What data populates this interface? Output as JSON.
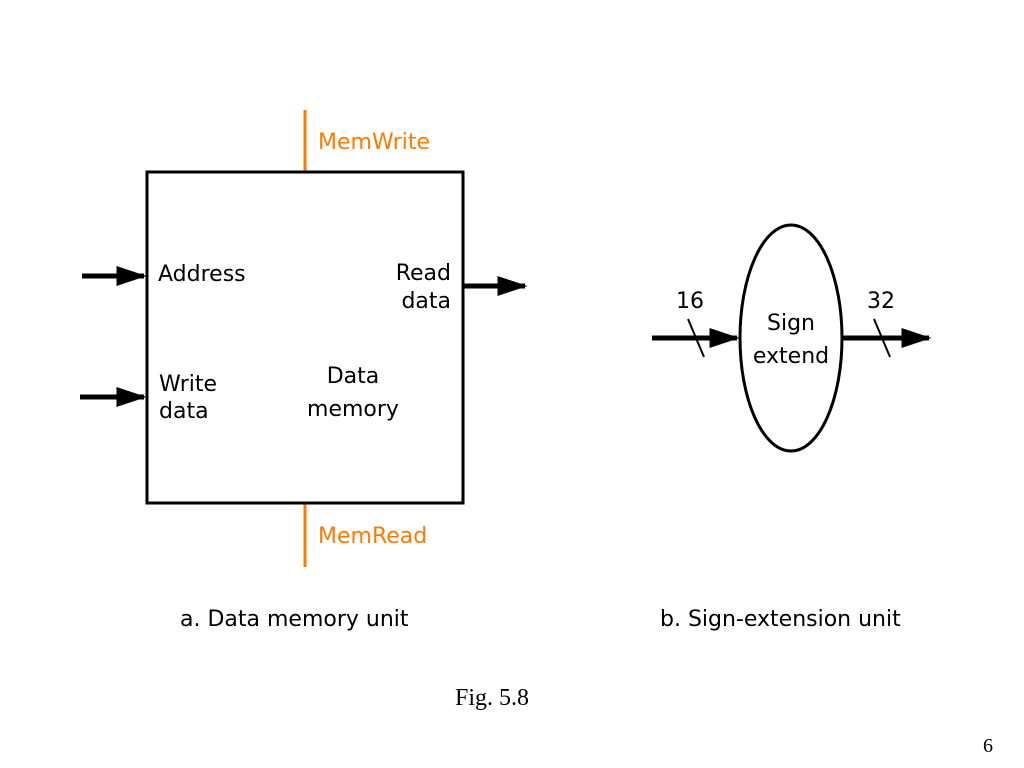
{
  "colors": {
    "line": "#000000",
    "control_signal": "#ff7b00"
  },
  "data_memory": {
    "control_top": "MemWrite",
    "control_bottom": "MemRead",
    "inputs": {
      "address": "Address",
      "write_line1": "Write",
      "write_line2": "data"
    },
    "output": {
      "line1": "Read",
      "line2": "data"
    },
    "name_line1": "Data",
    "name_line2": "memory",
    "caption": "a. Data memory unit"
  },
  "sign_extend": {
    "label_line1": "Sign",
    "label_line2": "extend",
    "input_width": "16",
    "output_width": "32",
    "caption": "b. Sign-extension unit"
  },
  "figure_label": "Fig. 5.8",
  "page_number": "6"
}
